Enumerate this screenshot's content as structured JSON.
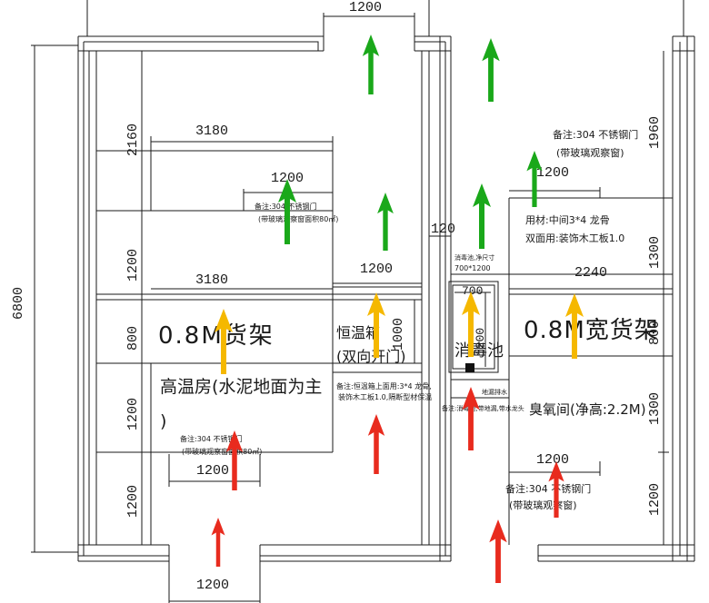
{
  "dimensions": {
    "top_door": "1200",
    "left_room_width": "3180",
    "high_temp_width": "3180",
    "total_height": "6800",
    "left_seg_1": "2160",
    "left_seg_2": "1200",
    "left_seg_3": "800",
    "left_seg_4": "1200",
    "left_seg_5": "1200",
    "inner_door_top": "1200",
    "inner_door_bottom": "1200",
    "bottom_door": "1200",
    "incubator_width": "1200",
    "incubator_height": "1000",
    "pool_width": "700",
    "pool_height": "1200",
    "corridor": "120",
    "right_room_width": "2240",
    "right_door_top": "1200",
    "right_door_bottom": "1200",
    "right_seg_1": "1960",
    "right_seg_2": "1300",
    "right_seg_3": "800",
    "right_seg_4": "1300",
    "right_seg_5": "1200"
  },
  "labels": {
    "shelf_left": "0.8M货架",
    "high_temp_room_1": "高温房(水泥地面为主",
    "high_temp_room_2": ")",
    "incubator_1": "恒温箱",
    "incubator_2": "(双向开门)",
    "disinfection_pool": "消毒池",
    "shelf_wide": "0.8M宽货架",
    "ozone_room": "臭氧间(净高:2.2M)"
  },
  "notes": {
    "door_top_1": "备注:304 不锈钢门",
    "door_top_2": "(带玻璃观察窗面积80㎡)",
    "door_bottom_1": "备注:304 不锈钢门",
    "door_bottom_2": "(带玻璃观察窗面积80㎡)",
    "right_door_top_1": "备注:304 不锈钢门",
    "right_door_top_2": "(带玻璃观察窗)",
    "right_door_bottom_1": "备注:304 不锈钢门",
    "right_door_bottom_2": "(带玻璃观察窗)",
    "material_1": "用材:中间3*4 龙骨",
    "material_2": "双面用:装饰木工板1.0",
    "pool_size_1": "消毒池,净尺寸",
    "pool_size_2": "700*1200",
    "incubator_note_1": "备注:恒温箱上面用:3*4 龙骨,",
    "incubator_note_2": "装饰木工板1.0,隔断型材保温",
    "floor_drain": "地漏排水",
    "pool_note": "备注:消毒池,带地漏,带水龙头"
  },
  "colors": {
    "arrow_green": "#1aa81a",
    "arrow_yellow": "#f5b800",
    "arrow_red": "#e82b1e",
    "line": "#1a1a1a"
  }
}
